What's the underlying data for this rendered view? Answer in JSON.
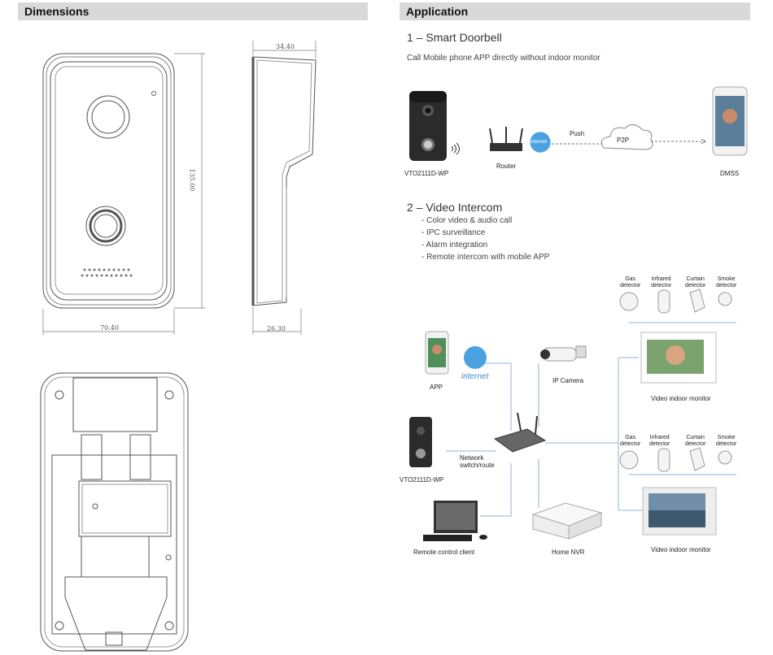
{
  "dimensions": {
    "header": "Dimensions",
    "width_front": "70.40",
    "height_front": "135.00",
    "width_side_top": "34.40",
    "width_side_bottom": "26.30"
  },
  "application": {
    "header": "Application",
    "section1": {
      "title": "1 – Smart Doorbell",
      "subtitle": "Call Mobile phone APP directly without indoor monitor",
      "labels": {
        "device": "VTO2111D-WP",
        "router": "Router",
        "push": "Push",
        "p2p": "P2P",
        "dmss": "DMSS",
        "internet": "internet"
      }
    },
    "section2": {
      "title": "2 – Video Intercom",
      "bullets": [
        "- Color video & audio call",
        "- IPC surveillance",
        "- Alarm integration",
        "- Remote intercom with mobile APP"
      ],
      "labels": {
        "app": "APP",
        "internet": "internet",
        "ip_camera": "IP Camera",
        "device": "VTO2111D-WP",
        "switch": "Network\nswitch/route",
        "remote_client": "Remote control client",
        "home_nvr": "Home NVR",
        "monitor_top": "Video indoor monitor",
        "monitor_bottom": "Video indoor monitor",
        "gas": "Gas\ndetector",
        "infrared": "Infrared\ndetector",
        "curtain": "Curtain\ndetector",
        "smoke": "Smoke\ndetector"
      }
    }
  },
  "colors": {
    "header_bg": "#d9d9d9",
    "line_blue": "#8fb6d6",
    "device_dark": "#2b2b2b"
  }
}
